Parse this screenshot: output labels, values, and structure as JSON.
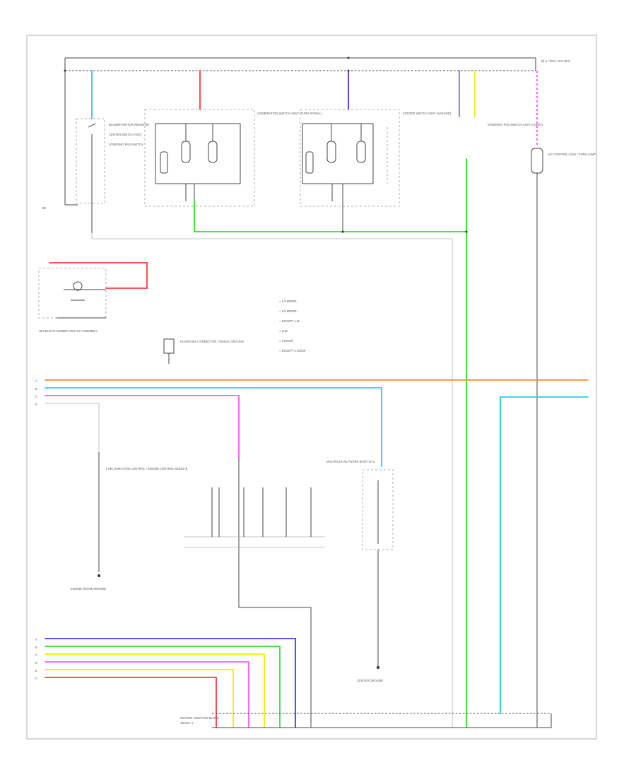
{
  "colors": {
    "cyan": "#22d3dd",
    "red": "#ff3a3a",
    "blue": "#3a3aff",
    "yellow": "#f0f000",
    "magenta": "#ff55ff",
    "green": "#33dd33",
    "orange": "#ff8c30",
    "black": "#444444"
  },
  "page_marker": "-",
  "top_bus_label": "B(+) / IGN / ACC BUS",
  "top_left_components": [
    "BLOWER MOTOR RESISTOR",
    "CENTER SWITCH ASSY",
    "STEERING PAD SWITCH"
  ],
  "component_a_title": "COMBINATION SWITCH ASSY (TURN SIGNAL)",
  "component_b_title": "CENTER SWITCH ASSY (HAZARD)",
  "component_c_title": "STEERING PAD SWITCH ASSY (AUDIO)",
  "right_top_component": "A/C CONTROL ASSY / TURN LAMP",
  "left_mid_component": "HEADLIGHT DIMMER SWITCH ASSEMBLY",
  "small_box_component": "DIAGNOSIS CONNECTOR / SIGNAL GROUND",
  "legend": [
    "= 1.5 MODEL",
    "= 2.0 MODEL",
    "= EXCEPT 1.5L",
    "= LHD",
    "= 2 DOOR",
    "= EXCEPT 2 DOOR"
  ],
  "left_terminals_mid": [
    "A",
    "B",
    "C",
    "D"
  ],
  "mid_left_component": "FUEL INJECTION CONTROL / ENGINE CONTROL MODULE",
  "mid_left_ground": "ENGINE ROOM GROUND",
  "mid_right_component": "MULTIPLEX NETWORK BODY ECU",
  "mid_right_ground": "CENTER GROUND",
  "left_terminals_bottom": [
    "A",
    "B",
    "C",
    "D",
    "E",
    "F"
  ],
  "bottom_connector": "CENTER JUNCTION BLOCK",
  "bottom_connector_ref": "J/B NO. 1"
}
